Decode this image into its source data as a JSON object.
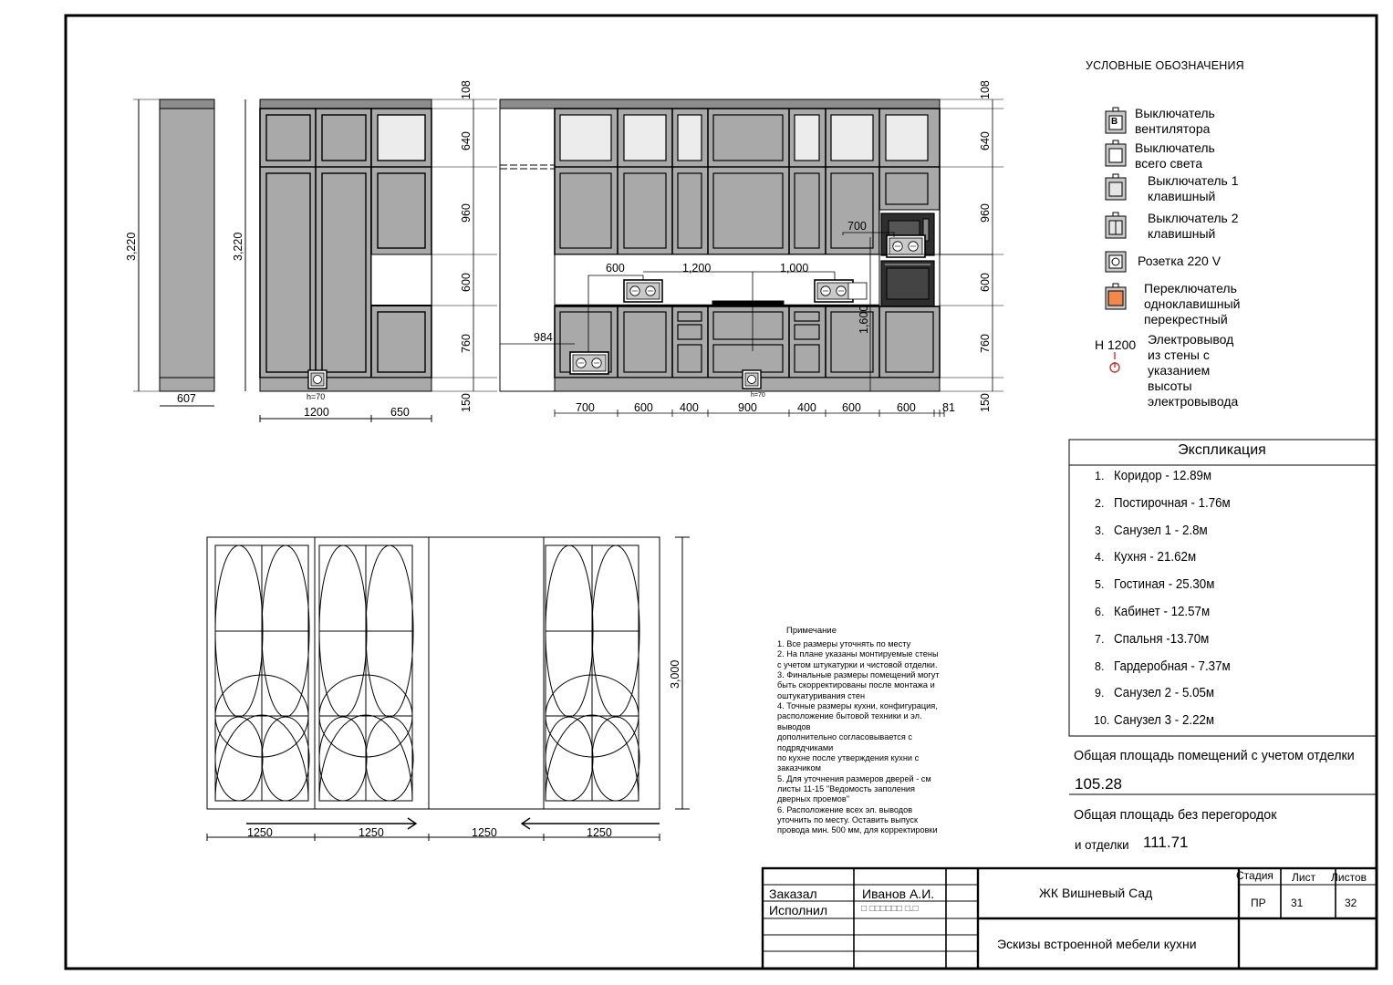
{
  "legend": {
    "title": "УСЛОВНЫЕ ОБОЗНАЧЕНИЯ",
    "items": [
      {
        "icon": "fan-switch-icon",
        "label": "Выключатель вентилятора"
      },
      {
        "icon": "main-light-switch-icon",
        "label": "Выключатель всего света"
      },
      {
        "icon": "single-switch-icon",
        "label": "Выключатель 1 клавишный"
      },
      {
        "icon": "double-switch-icon",
        "label": "Выключатель 2 клавишный"
      },
      {
        "icon": "socket-icon",
        "label": "Розетка 220 V"
      },
      {
        "icon": "cross-switch-icon",
        "label": "Переключатель одноклавишный перекрестный"
      },
      {
        "icon": "wire-outlet-icon",
        "label": "Электровывод из стены с указанием высоты электровывода"
      }
    ],
    "fan_switch_letter": "В",
    "wire_height": "Н 1200",
    "cross_switch_color": "#f2894a"
  },
  "explication": {
    "title": "Экспликация",
    "rooms": [
      {
        "n": "1.",
        "label": "Коридор -  12.89м"
      },
      {
        "n": "2.",
        "label": " Постирочная - 1.76м"
      },
      {
        "n": "3.",
        "label": "Санузел 1 - 2.8м"
      },
      {
        "n": "4.",
        "label": "Кухня - 21.62м"
      },
      {
        "n": "5.",
        "label": "Гостиная - 25.30м"
      },
      {
        "n": "6.",
        "label": "Кабинет - 12.57м"
      },
      {
        "n": "7.",
        "label": "Спальня -13.70м"
      },
      {
        "n": "8.",
        "label": "Гардеробная - 7.37м"
      },
      {
        "n": "9.",
        "label": "Санузел 2 - 5.05м"
      },
      {
        "n": "10.",
        "label": "Санузел 3 - 2.22м"
      }
    ],
    "total1_label": "Общая площадь помещений с учетом отделки",
    "total1_value": "105.28",
    "total2_label": "Общая площадь без перегородок",
    "total2_label2": "и отделки",
    "total2_value": "111.71"
  },
  "notes": {
    "title": "Примечание",
    "lines": [
      "1. Все размеры уточнять по месту",
      "2. На плане указаны монтируемые стены",
      "с учетом штукатурки и чистовой отделки.",
      "3. Финальные размеры помещений могут",
      "быть скорректированы после монтажа и",
      "оштукатуривания стен",
      "4. Точные размеры кухни, конфигурация,",
      "расположение бытовой техники и эл.",
      "выводов",
      "дополнительно согласовывается с",
      "подрядчиками",
      "по кухне после утверждения кухни с",
      "заказчиком",
      "5. Для уточнения размеров дверей - см",
      "листы 11-15 \"Ведомость заполения",
      "дверных проемов\"",
      "6. Расположение всех эл. выводов",
      "уточнить по месту. Оставить выпуск",
      "провода мин. 500 мм, для корректировки"
    ]
  },
  "stamp": {
    "row1_label": "Заказал",
    "row1_value": "Иванов А.И.",
    "row2_label": "Исполнил",
    "row2_value": "□ □□□□□□ □.□",
    "project": "ЖК Вишневый Сад",
    "sheet_title": "Эскизы встроенной мебели кухни",
    "stage_label": "Стадия",
    "sheet_label": "Лист",
    "sheets_label": "Листов",
    "stage": "ПР",
    "sheet": "31",
    "sheets": "32"
  },
  "dims": {
    "d3220a": "3,220",
    "d3220b": "3,220",
    "d607": "607",
    "d1200": "1200",
    "d650": "650",
    "h70a": "h=70",
    "v108a": "108",
    "v640a": "640",
    "v960a": "960",
    "v600a": "600",
    "v760a": "760",
    "v150a": "150",
    "v108b": "108",
    "v640b": "640",
    "v960b": "960",
    "v600b": "600",
    "v760b": "760",
    "v150b": "150",
    "d700top": "700",
    "d600top": "600",
    "d1200top": "1,200",
    "d1000top": "1,000",
    "d984": "984",
    "d1600": "1,600",
    "h70b": "h=70",
    "b700": "700",
    "b600a": "600",
    "b400a": "400",
    "b900": "900",
    "b400b": "400",
    "b600b": "600",
    "b600c": "600",
    "b81": "81",
    "w1250a": "1250",
    "w1250b": "1250",
    "w1250c": "1250",
    "w1250d": "1250",
    "h3000": "3,000"
  }
}
